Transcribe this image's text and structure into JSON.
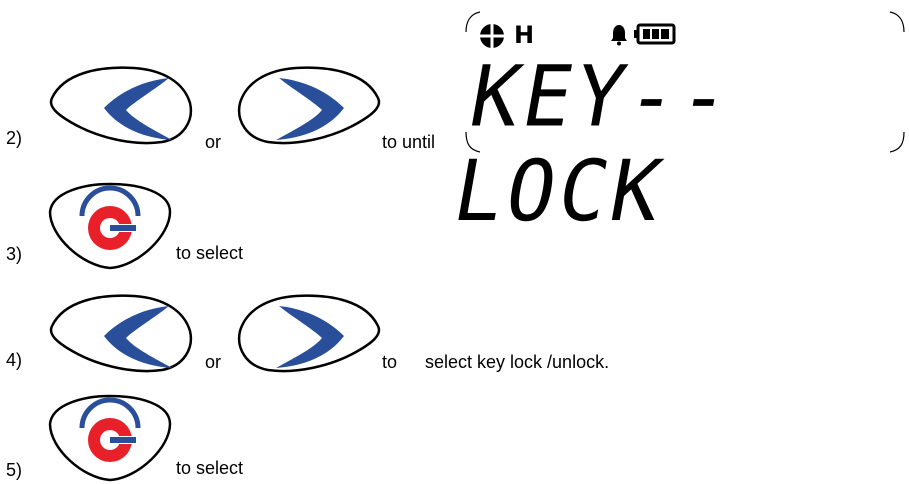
{
  "steps": [
    {
      "number": "2)",
      "text_or": "or",
      "text_after": "to until"
    },
    {
      "number": "3)",
      "text_after": "to select"
    },
    {
      "number": "4)",
      "text_or": "or",
      "text_to": "to",
      "text_after": "select key lock /unlock."
    },
    {
      "number": "5)",
      "text_after": "to select"
    }
  ],
  "lcd": {
    "indicator_h": "H",
    "display_text": "KEY--LOCK",
    "icons": [
      "crosshair-icon",
      "bell-icon",
      "battery-icon"
    ]
  },
  "buttons": {
    "left": "left-arrow-button",
    "right": "right-arrow-button",
    "select": "select-button"
  },
  "colors": {
    "arrow_blue": "#2a4f9a",
    "select_red": "#e8202a",
    "select_blue": "#2a4f9a",
    "lcd_black": "#000000"
  }
}
